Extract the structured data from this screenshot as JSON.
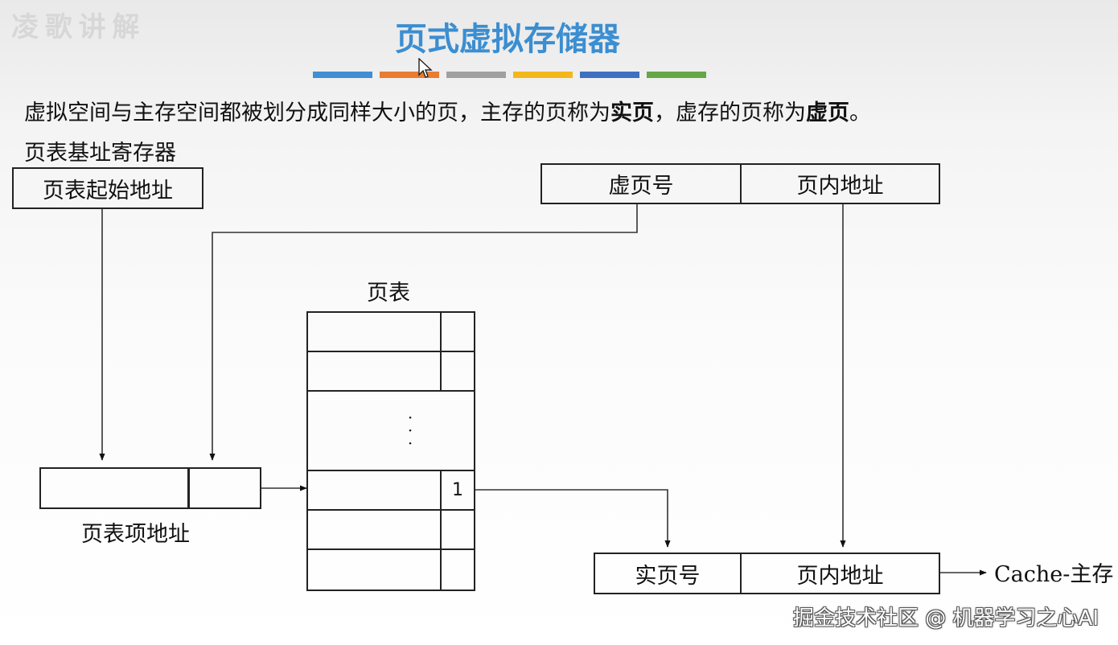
{
  "slide": {
    "title": "页式虚拟存储器",
    "accent_bar_colors": [
      "#3f8fd2",
      "#e97c30",
      "#a0a0a0",
      "#f4b71b",
      "#3e6fc0",
      "#63a845"
    ],
    "intro": {
      "part1": "虚拟空间与主存空间都被划分成同样大小的页，主存的页称为",
      "real_page": "实页",
      "part2": "，虚存的页称为",
      "virtual_page": "虚页",
      "part3": "。"
    }
  },
  "diagram": {
    "page_table_base_register_label": "页表基址寄存器",
    "page_table_start_address": "页表起始地址",
    "virtual_address": {
      "virtual_page_number": "虚页号",
      "page_offset": "页内地址"
    },
    "page_table_title": "页表",
    "page_table_ellipsis": "·\n·\n·",
    "valid_bit_value": "1",
    "page_table_entry_address_label": "页表项地址",
    "physical_address": {
      "real_page_number": "实页号",
      "page_offset": "页内地址"
    },
    "output_label": "Cache-主存"
  },
  "watermark": "掘金技术社区 @ 机器学习之心AI"
}
